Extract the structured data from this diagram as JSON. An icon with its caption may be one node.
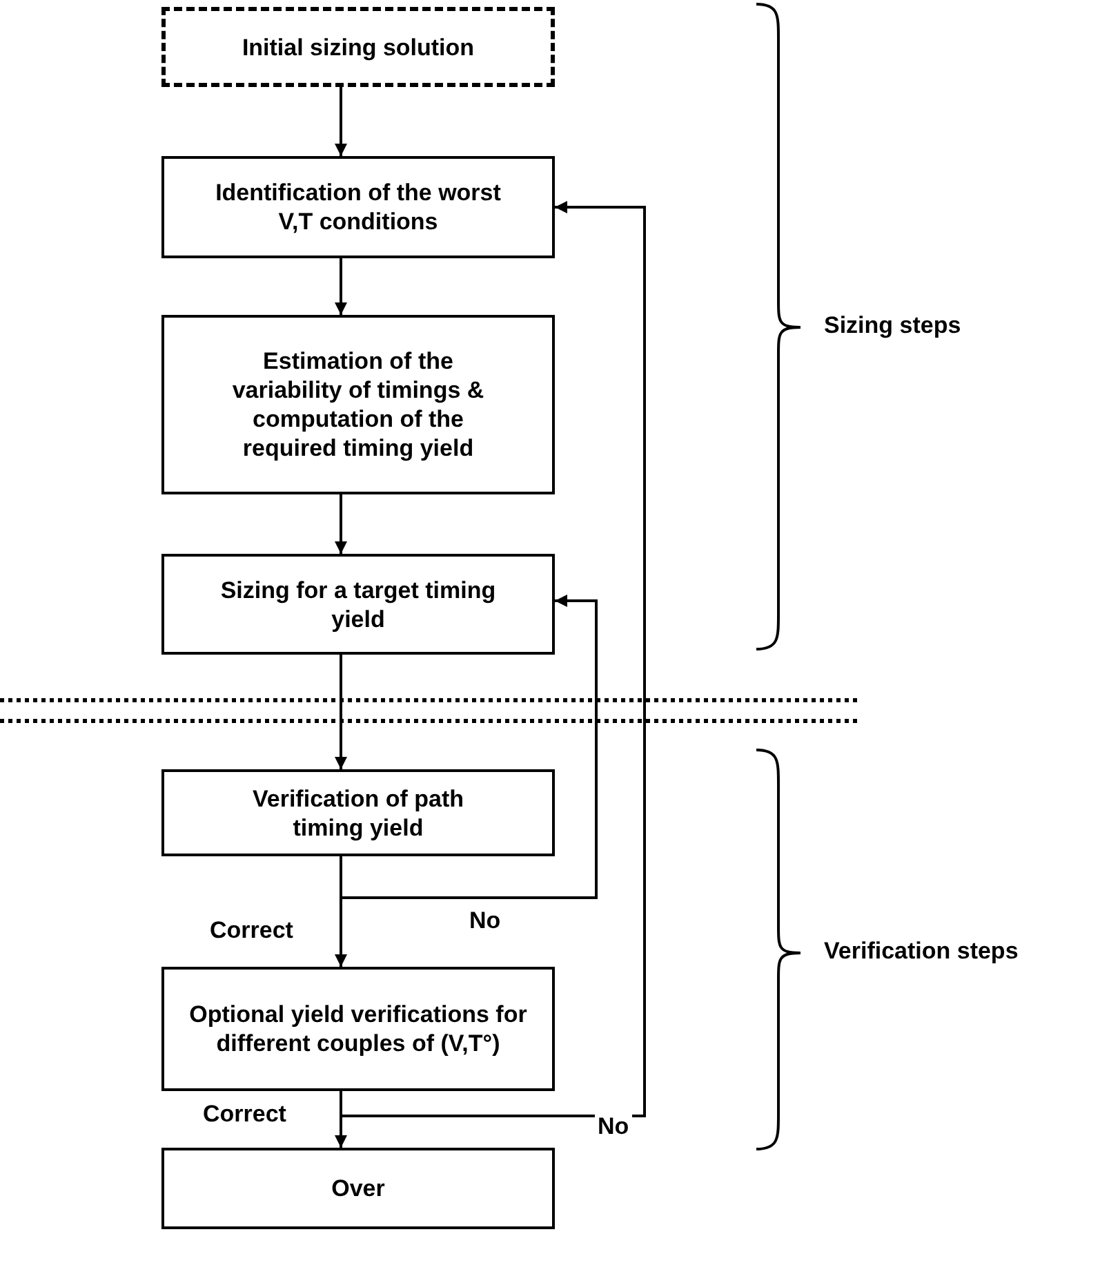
{
  "diagram": {
    "nodes": [
      {
        "text": [
          "Initial sizing solution"
        ]
      },
      {
        "text": [
          "Identification of the worst V,T conditions"
        ]
      },
      {
        "text": [
          "Estimation of the variability of timings & computation of the required timing yield"
        ]
      },
      {
        "text": [
          "Sizing for a target timing yield"
        ]
      },
      {
        "text": [
          "Verification of path timing yield"
        ]
      },
      {
        "text": [
          "Optional yield verifications for different couples of (V,T°)"
        ]
      },
      {
        "text": [
          "Over"
        ]
      }
    ],
    "edges": [
      {
        "from": 0,
        "to": 1,
        "arrow": "to"
      },
      {
        "from": 1,
        "to": 2,
        "arrow": "to"
      },
      {
        "from": 2,
        "to": 3,
        "arrow": "to"
      },
      {
        "from": 3,
        "to": 4,
        "arrow": "to"
      },
      {
        "from": 4,
        "to": 5,
        "arrow": "to",
        "label": "Correct"
      },
      {
        "from": 4,
        "to": 3,
        "arrow": "to",
        "label": "No"
      },
      {
        "from": 5,
        "to": 6,
        "arrow": "to",
        "label": "Correct"
      },
      {
        "from": 5,
        "to": 1,
        "arrow": "to",
        "label": "No"
      }
    ],
    "labels": [
      "Sizing steps",
      "Verification steps"
    ]
  }
}
